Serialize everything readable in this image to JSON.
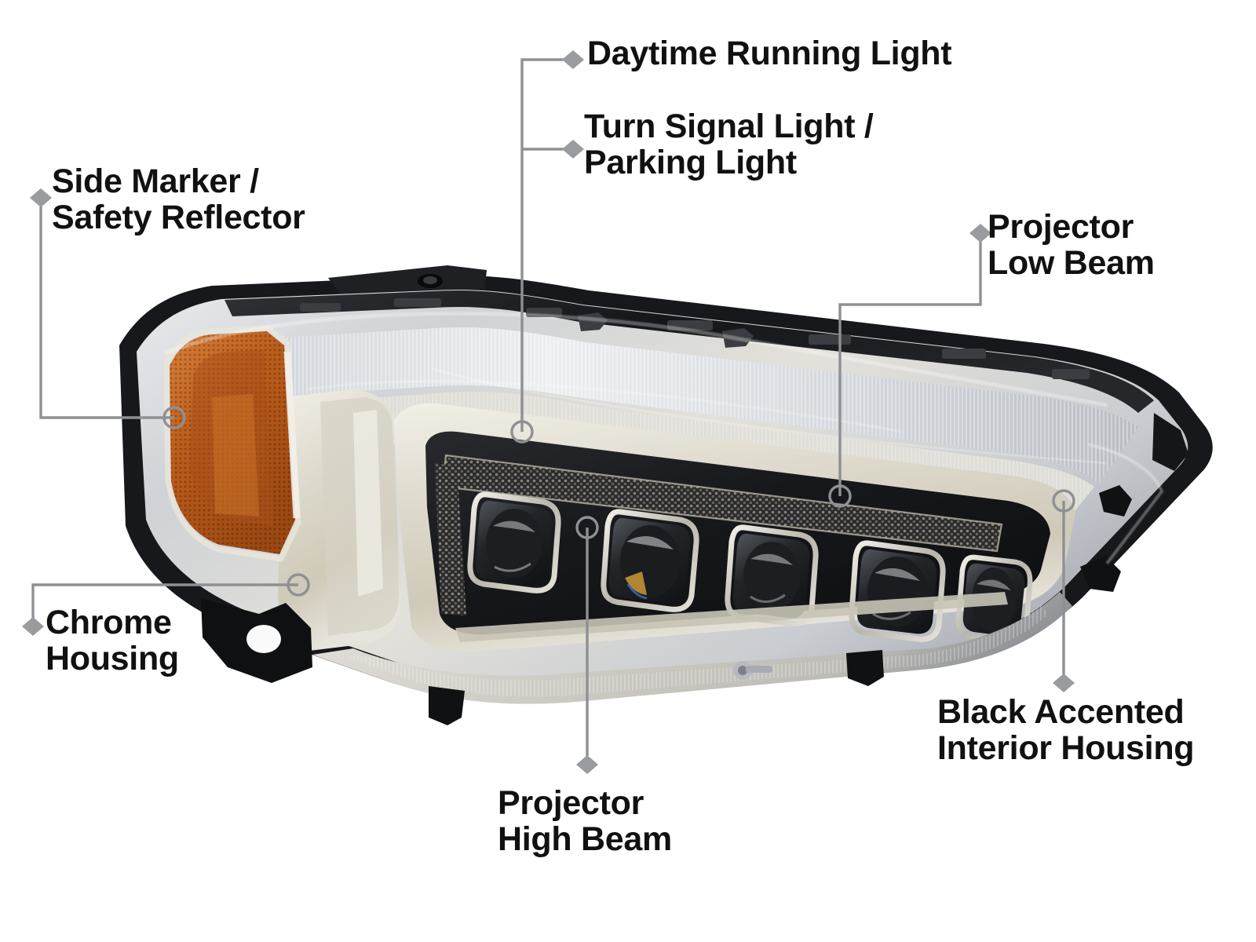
{
  "image": {
    "subject": "automotive-headlight-assembly",
    "background_color": "#ffffff",
    "text_color": "#111112",
    "leader_line_color": "#8f9093",
    "marker_shape_diamond": "#9a9b9e",
    "marker_shape_circle": "#8f9093"
  },
  "callouts": [
    {
      "id": "daytime-running-light",
      "label": "Daytime Running Light"
    },
    {
      "id": "turn-signal-parking-light",
      "label": "Turn Signal Light /\nParking Light"
    },
    {
      "id": "side-marker-reflector",
      "label": "Side Marker /\nSafety Reflector"
    },
    {
      "id": "projector-low-beam",
      "label": "Projector\nLow Beam"
    },
    {
      "id": "chrome-housing",
      "label": "Chrome\nHousing"
    },
    {
      "id": "projector-high-beam",
      "label": "Projector\nHigh Beam"
    },
    {
      "id": "black-accented-housing",
      "label": "Black Accented\nInterior Housing"
    }
  ],
  "part_colors": {
    "amber_reflector": "#c2641f",
    "chrome_trim": "#d9d5c9",
    "black_interior": "#131316",
    "clear_lens": "#d3d6da",
    "outer_gasket": "#1b1b1e",
    "projector_lens": "#2b2d31"
  }
}
